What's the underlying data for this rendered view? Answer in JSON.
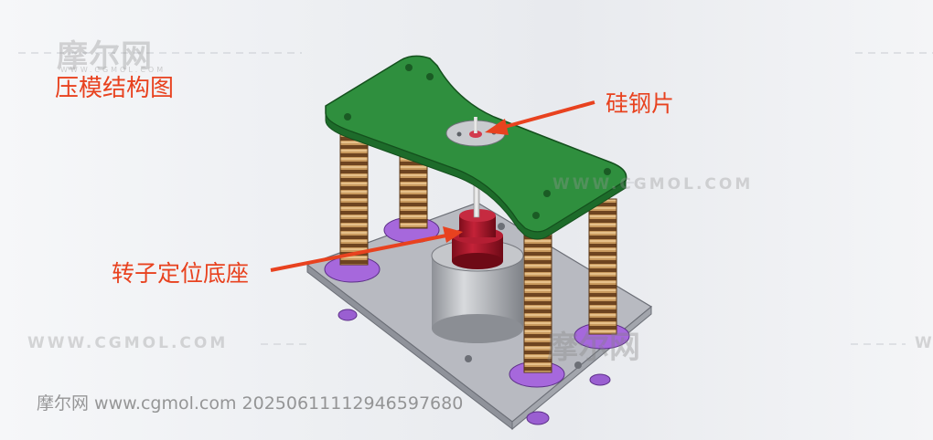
{
  "title": "压模结构图",
  "watermark": {
    "logo": "摩尔网",
    "logo_sub": "WWW.CGMOL.COM",
    "url_left": "WWW.CGMOL.COM",
    "url_right": "WWW.CGMOL.COM",
    "url_edge": "W",
    "mid_logo": "摩尔网",
    "footer": "摩尔网 www.cgmol.com 20250611112946597680"
  },
  "labels": {
    "silicon_steel": "硅钢片",
    "rotor_base": "转子定位底座"
  },
  "colors": {
    "label": "#e8421f",
    "top_plate": "#2e8b3c",
    "base_plate": "#b9bbc2",
    "rotor_base": "#a8162a",
    "cylinder": "#a9acb2",
    "spring": "#8a5a2a",
    "flange": "#9b59d0"
  }
}
